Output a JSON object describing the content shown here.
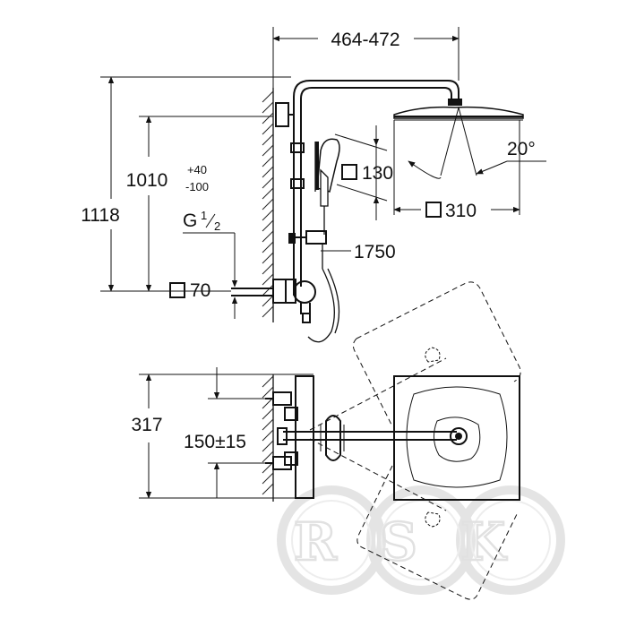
{
  "dimensions": {
    "head_reach": "464-472",
    "total_height": "1118",
    "mount_height": "1010",
    "mount_tol_upper": "+40",
    "mount_tol_lower": "-100",
    "thread_prefix": "G",
    "thread_num": "1",
    "thread_den": "2",
    "escutcheon": "70",
    "hand_shower": "130",
    "head_shower": "310",
    "tilt_angle": "20°",
    "hose_length": "1750",
    "top_depth": "317",
    "inlet_spacing": "150±15"
  },
  "watermark": {
    "text": "RSK"
  },
  "colors": {
    "ink": "#111111",
    "watermark": "#dedede"
  }
}
